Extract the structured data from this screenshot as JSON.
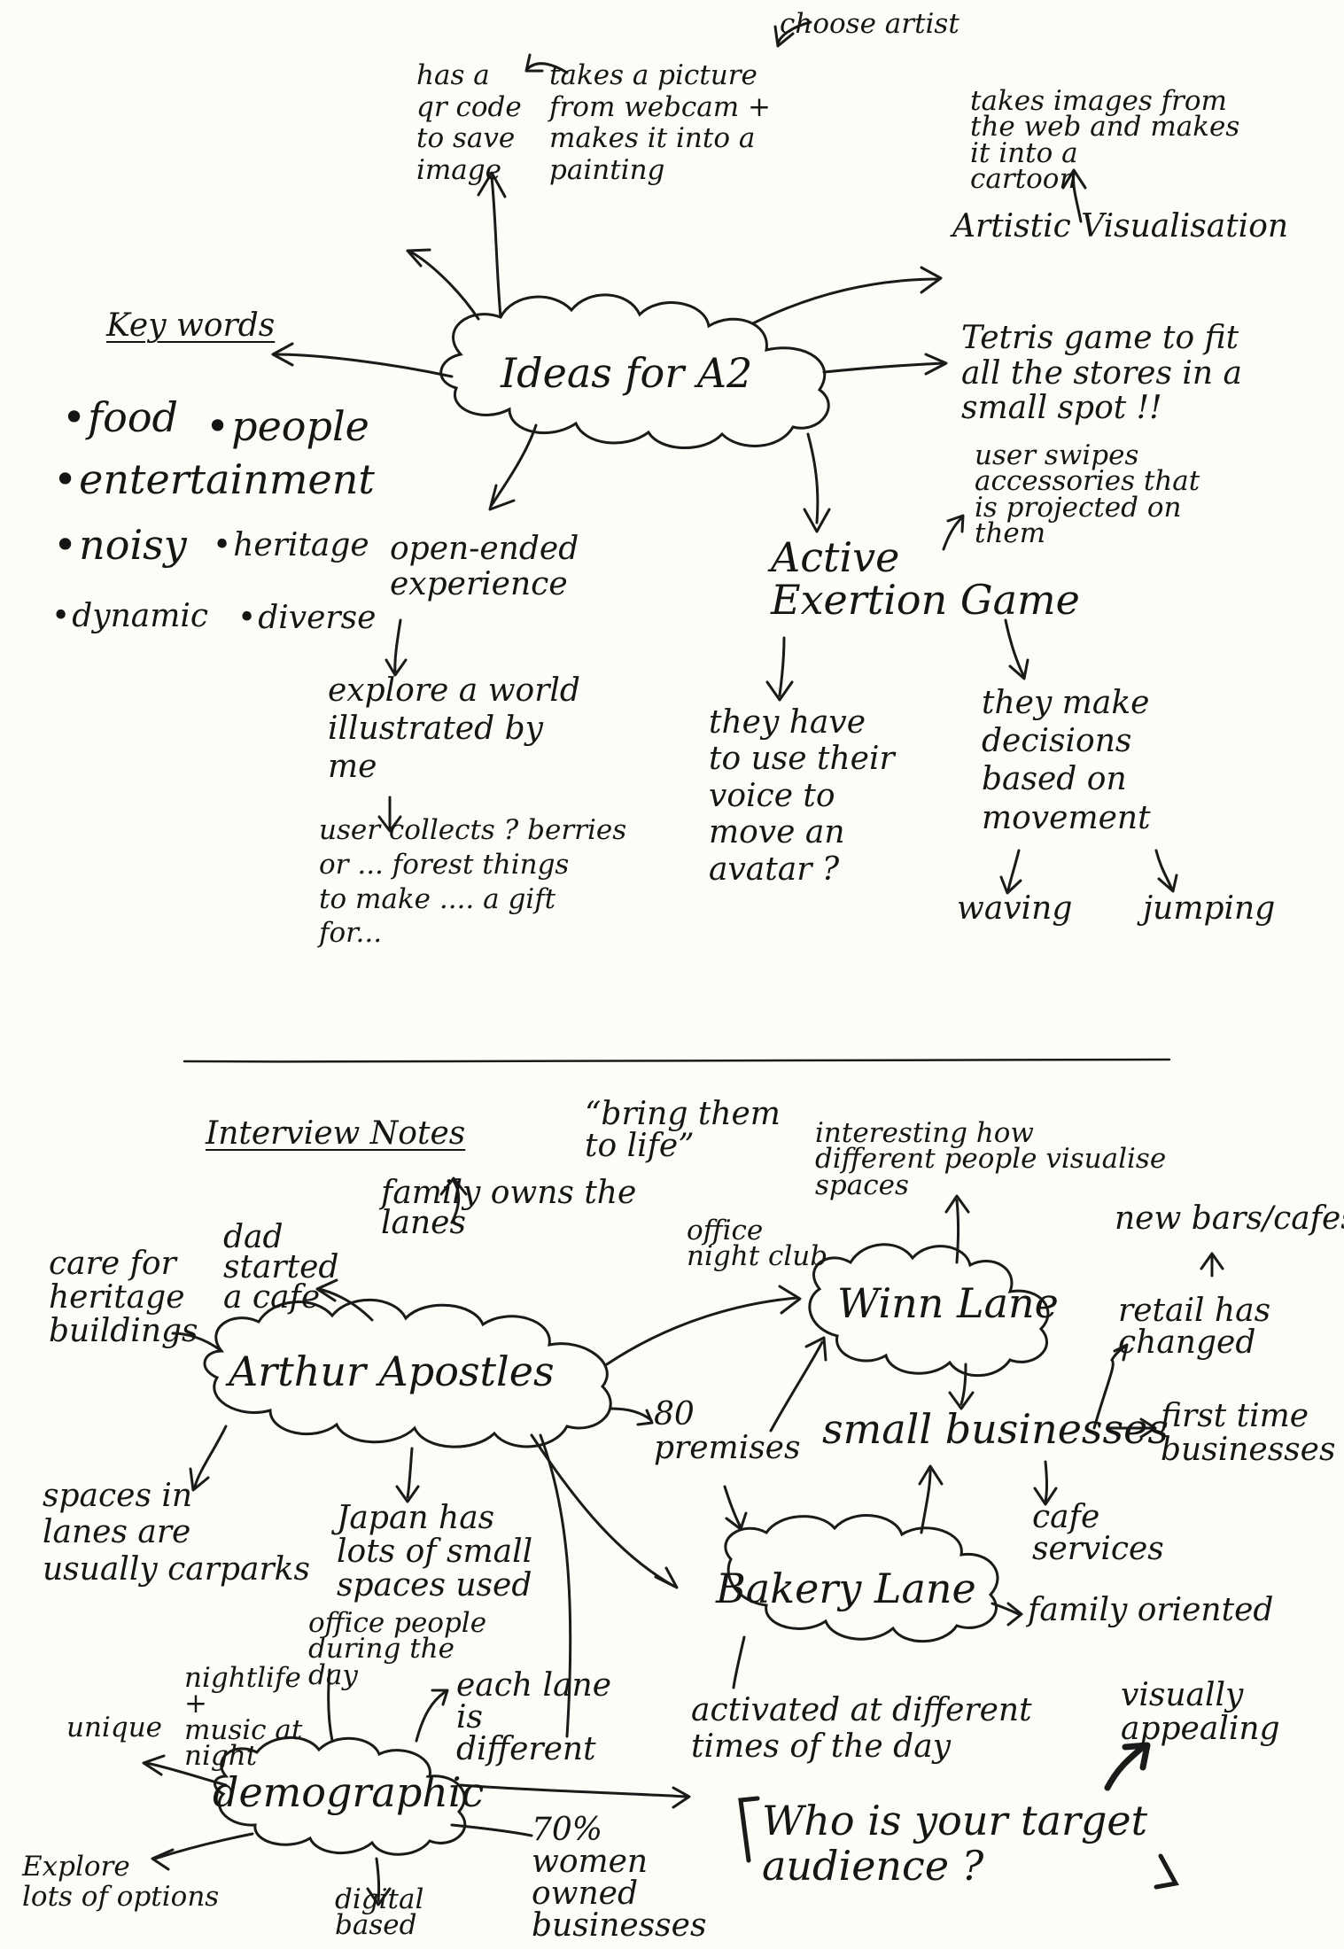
{
  "ideas": {
    "center": "Ideas for A2",
    "choose_artist": "choose artist",
    "webcam_idea": "takes a picture\nfrom webcam +\nmakes it into a\npainting",
    "qr_code": "has a\nqr code\nto save\nimage",
    "web_images": "takes images from\nthe web and makes\nit into a\ncartoon",
    "artistic": "Artistic Visualisation",
    "tetris": "Tetris game to fit\nall the stores in a\nsmall spot !!",
    "swipes": "user swipes\naccessories that\nis projected on\nthem",
    "active": "Active\nExertion Game",
    "open_ended": "open-ended\nexperience",
    "explore_world": "explore a world\nillustrated by\nme",
    "collects": "user collects ? berries\nor ... forest things\nto make .... a gift\nfor...",
    "voice": "they have\nto use their\nvoice to\nmove an\navatar ?",
    "decisions": "they make\ndecisions\nbased on\nmovement",
    "waving": "waving",
    "jumping": "jumping"
  },
  "keywords": {
    "title": "Key words",
    "items": [
      "food",
      "people",
      "entertainment",
      "noisy",
      "heritage",
      "dynamic",
      "diverse"
    ]
  },
  "interview": {
    "title": "Interview Notes",
    "bring_them": "“bring them\nto life”",
    "family_owns": "family owns the\nlanes",
    "dad_started": "dad\nstarted\na cafe",
    "care_for": "care for\nheritage\nbuildings",
    "arthur": "Arthur Apostles",
    "office_night": "office\nnight club",
    "interesting": "interesting how\ndifferent people visualise\nspaces",
    "winn": "Winn Lane",
    "new_bars": "new bars/cafes",
    "retail": "retail has\nchanged",
    "premises": "80\npremises",
    "small_biz": "small businesses",
    "first_time": "first time\nbusinesses",
    "cafe_service": "cafe\nservices",
    "spaces_lanes": "spaces in\nlanes are\nusually carparks",
    "japan": "Japan has\nlots of small\nspaces used",
    "bakery": "Bakery Lane",
    "family_oriented": "family oriented",
    "office_people": "office people\nduring the\nday",
    "nightlife": "nightlife\n+\nmusic at\nnight",
    "each_lane": "each lane\nis\ndifferent",
    "activated": "activated at different\ntimes of the day",
    "visually": "visually\nappealing",
    "unique": "unique",
    "demographic": "demographic",
    "target": "Who is your target\naudience ?",
    "women": "70%\nwomen\nowned\nbusinesses",
    "explore_options": "Explore\nlots of options",
    "digital": "digital\nbased"
  }
}
